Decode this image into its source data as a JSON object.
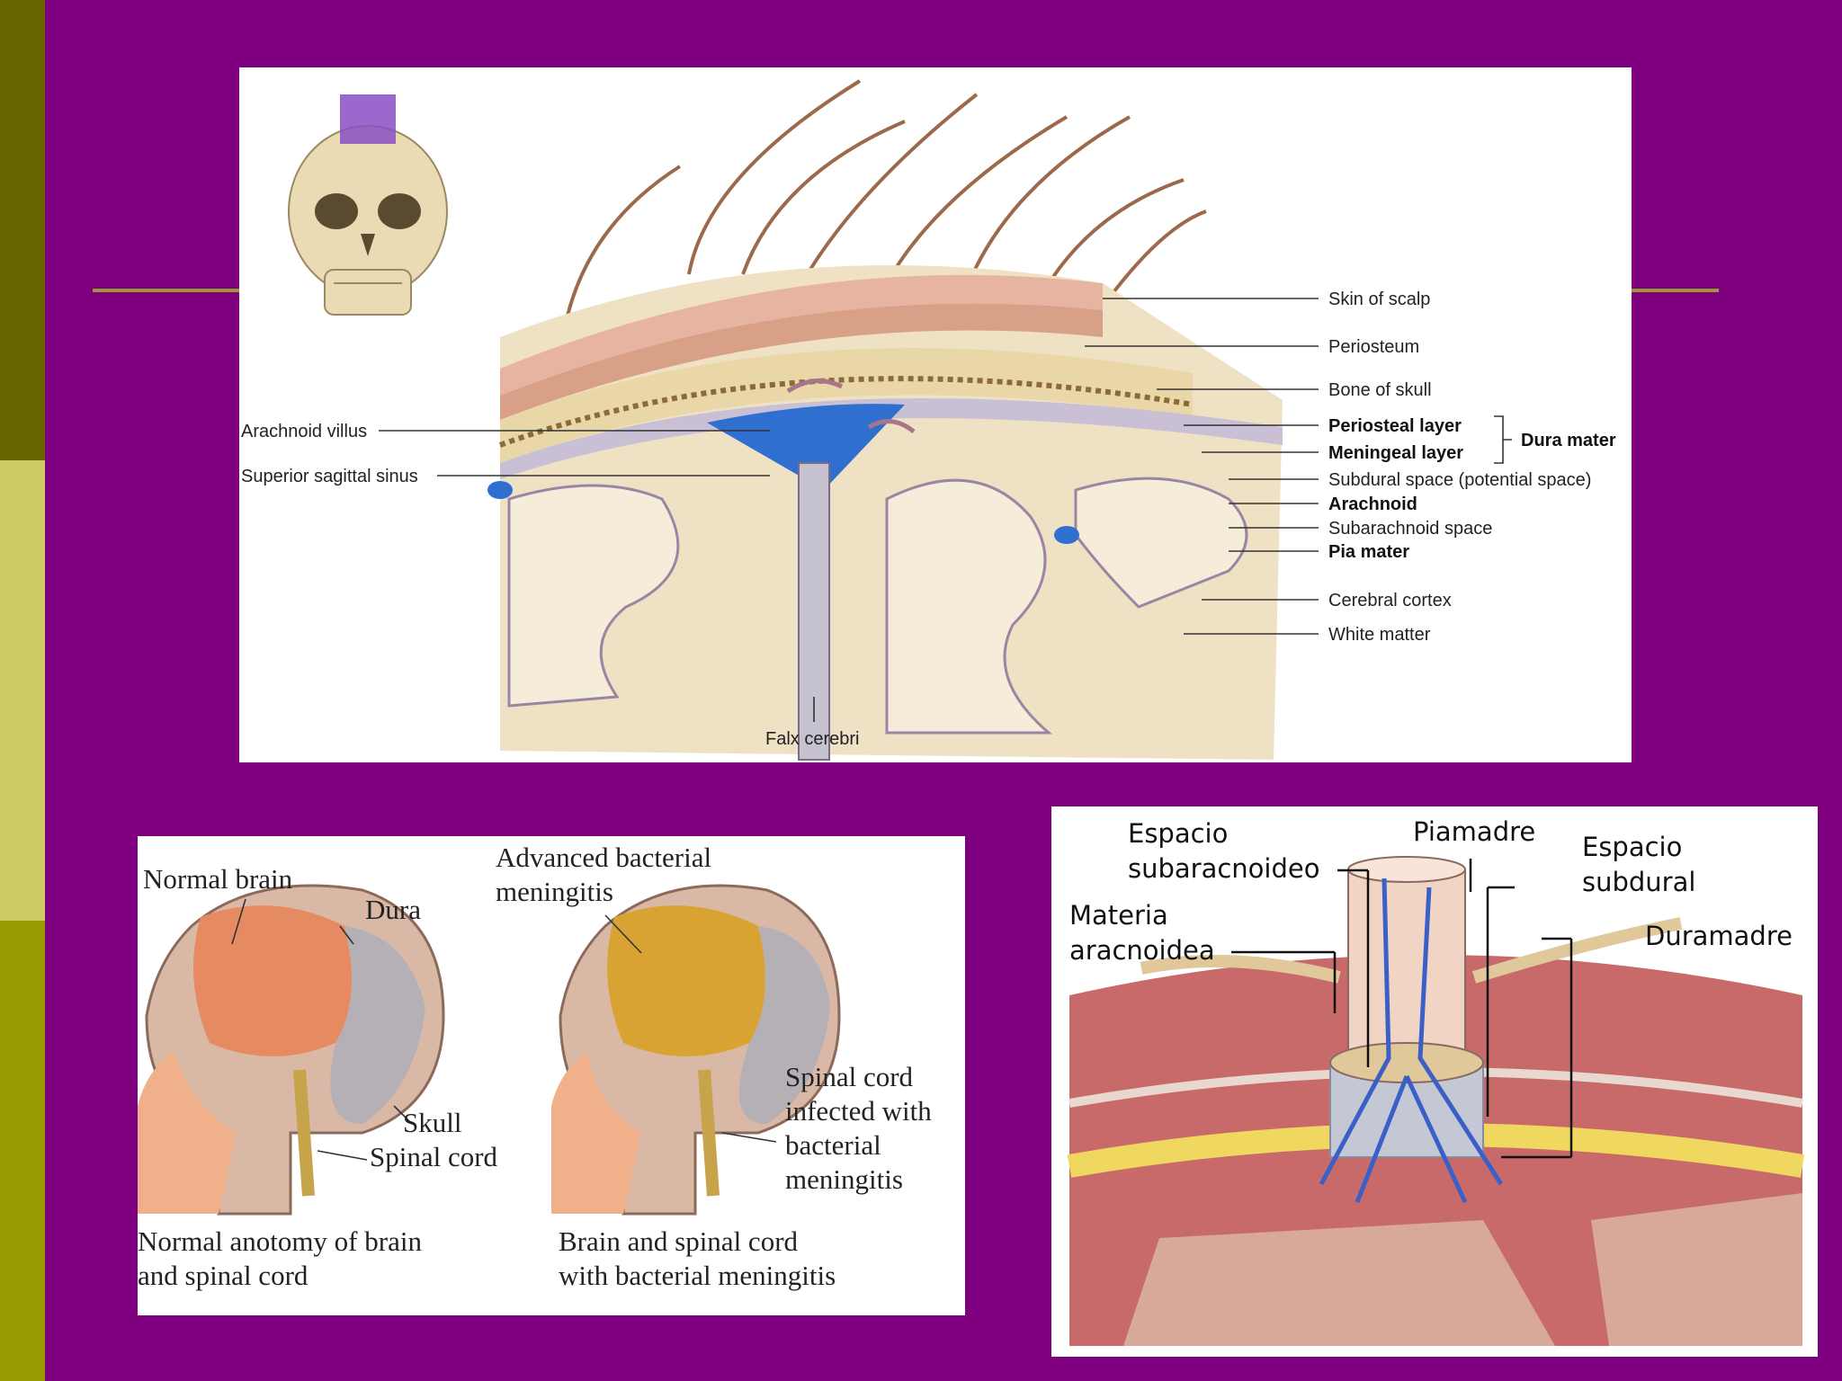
{
  "slide": {
    "colors": {
      "background": "#7f007f",
      "strip_dark": "#666600",
      "strip_light": "#cccc66",
      "strip_mid": "#999900",
      "rule": "#999933"
    }
  },
  "meninges_diagram": {
    "labels_right": [
      "Skin of scalp",
      "Periosteum",
      "Bone of skull",
      "Periosteal layer",
      "Meningeal layer",
      "Subdural space (potential space)",
      "Arachnoid",
      "Subarachnoid space",
      "Pia mater",
      "Cerebral cortex",
      "White matter"
    ],
    "dura_mater_label": "Dura mater",
    "labels_left": [
      "Arachnoid villus",
      "Superior sagittal sinus"
    ],
    "label_bottom": "Falx cerebri"
  },
  "meningitis_panel": {
    "normal_brain": "Normal brain",
    "dura": "Dura",
    "skull": "Skull",
    "spinal_cord": "Spinal cord",
    "advanced_line1": "Advanced bacterial",
    "advanced_line2": "meningitis",
    "infected_lines": [
      "Spinal cord",
      "infected with",
      "bacterial",
      "meningitis"
    ],
    "caption_left": [
      "Normal anotomy of brain",
      "and spinal cord"
    ],
    "caption_right": [
      "Brain and spinal cord",
      "with bacterial meningitis"
    ]
  },
  "spinal_panel": {
    "espacio_sub": [
      "Espacio",
      "subaracnoideo"
    ],
    "piamadre": "Piamadre",
    "espacio_subdural": [
      "Espacio",
      "subdural"
    ],
    "materia": [
      "Materia",
      "aracnoidea"
    ],
    "duramadre": "Duramadre"
  }
}
